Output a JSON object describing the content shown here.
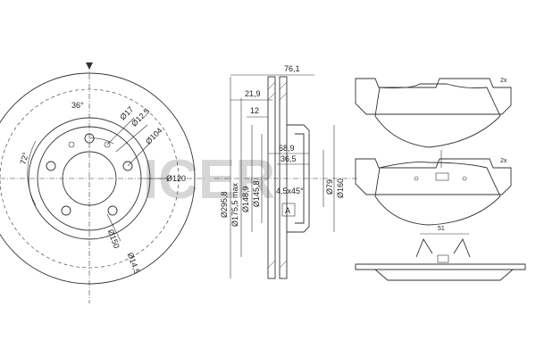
{
  "watermark": "ICER",
  "disc_front": {
    "angle_bolt": "36°",
    "angle_holes": "72°",
    "d_small_hole": "Ø17",
    "d_hole2": "Ø12,5",
    "d_pcd": "Ø104",
    "d_center": "Ø120",
    "d_outer_hole": "Ø150",
    "d_hole3": "Ø14,5"
  },
  "disc_side": {
    "width_total": "76,1",
    "offset1": "21,9",
    "offset2": "12",
    "d_outer": "Ø295,8",
    "d_friction": "Ø175,5 max",
    "d_hat": "Ø148,9",
    "d_inner": "Ø145,8",
    "hat_depth1": "68,9",
    "hat_depth2": "36,5",
    "chamfer": "4,5x45°",
    "d_hub": "Ø79",
    "d_bore": "Ø160",
    "label_a": "A"
  },
  "pads": {
    "qty_top": "2x",
    "qty_bottom": "2x",
    "width_clip": "51"
  }
}
